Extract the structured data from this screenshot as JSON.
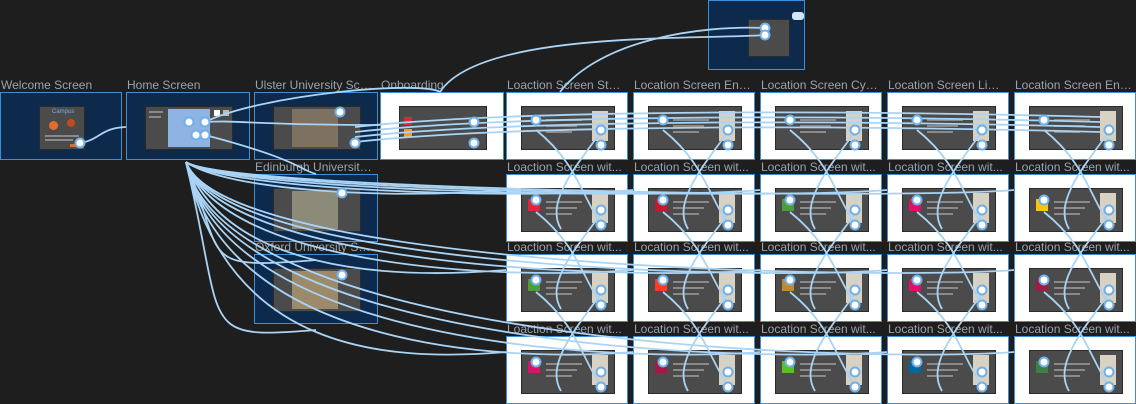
{
  "frames": {
    "welcome": "Welcome Screen",
    "home": "Home Screen",
    "ulster": "Ulster University Scr...",
    "onboarding": "Onboarding",
    "edinburgh": "Edinburgh University...",
    "oxford": "Oxford University Sc...",
    "row1": [
      "Loaction Screen Stu...",
      "Location Screen Ent...",
      "Location Screen Cyc...",
      "Location Screen Libr...",
      "Location Screen Ene..."
    ],
    "row2": [
      "Loaction Screen wit...",
      "Location Screen wit...",
      "Location Screen wit...",
      "Location Screen wit...",
      "Location Screen wit..."
    ],
    "row3": [
      "Loaction Screen wit...",
      "Location Screen wit...",
      "Location Screen wit...",
      "Location Screen wit...",
      "Location Screen wit..."
    ],
    "row4": [
      "Loaction Screen wit...",
      "Location Screen wit...",
      "Location Screen wit...",
      "Location Screen wit...",
      "Location Screen wit..."
    ]
  },
  "welcome_card": {
    "logo_text": "Campus",
    "cta": ""
  },
  "sdg_colors": {
    "row2": [
      "#e5243b",
      "#c5192d",
      "#4c9f38",
      "#dd1367",
      "#fcc30b"
    ],
    "row3": [
      "#4c9f38",
      "#ff3a21",
      "#bf8b2e",
      "#dd1367",
      "#a21942"
    ],
    "row4": [
      "#dd1367",
      "#a21942",
      "#56c02b",
      "#00689d",
      "#3f7e44"
    ]
  },
  "colors": {
    "canvas": "#1e1e1e",
    "selection": "#3d8fd9",
    "wire": "#a9d4f5",
    "frame_fill": "#0d2a4d"
  }
}
